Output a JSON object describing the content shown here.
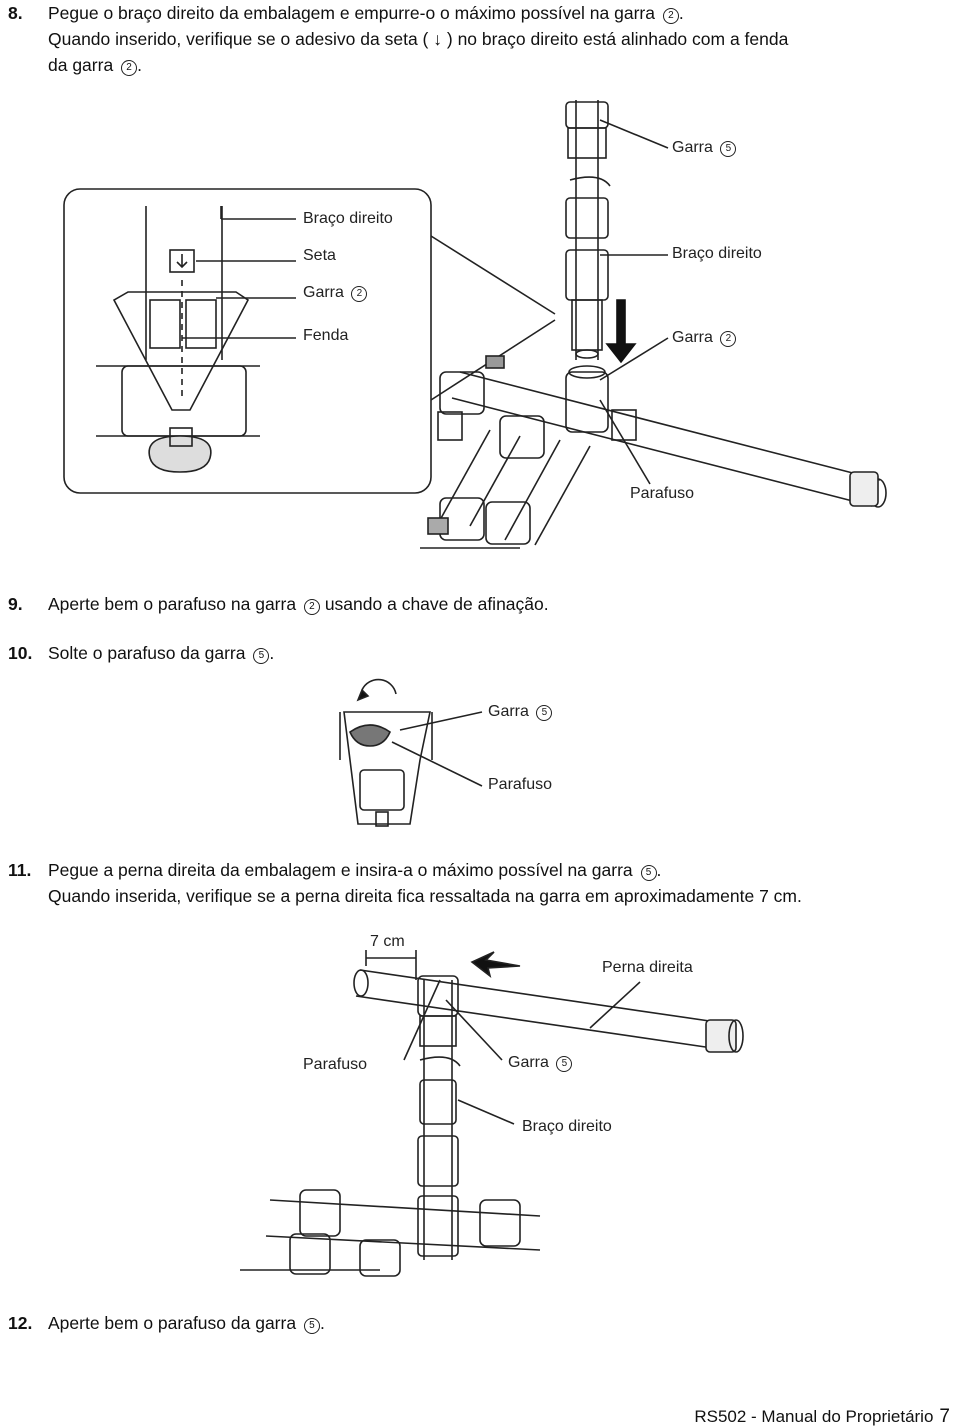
{
  "steps": [
    {
      "num": "8.",
      "line1": "Pegue o braço direito da embalagem e empurre-o o máximo possível na garra",
      "c1": "2",
      "line1b": ".",
      "line2a": "Quando inserido, verifique se o adesivo da seta (",
      "arrow": "↓",
      "line2b": ") no braço direito está alinhado com a fenda",
      "line3": "da garra",
      "c3": "2",
      "line3b": "."
    },
    {
      "num": "9.",
      "text": "Aperte bem o parafuso na garra",
      "c": "2",
      "text_b": "usando a chave de afinação."
    },
    {
      "num": "10.",
      "text": "Solte o parafuso da garra",
      "c": "5",
      "text_b": "."
    },
    {
      "num": "11.",
      "line1": "Pegue a perna direita da embalagem e insira-a o máximo possível na garra",
      "c1": "5",
      "line1b": ".",
      "line2": "Quando inserida, verifique se a perna direita fica ressaltada na garra em aproximadamente 7 cm."
    },
    {
      "num": "12.",
      "text": "Aperte bem o parafuso da garra",
      "c": "5",
      "text_b": "."
    }
  ],
  "figure1": {
    "inset": {
      "braco": "Braço direito",
      "seta": "Seta",
      "garra": "Garra",
      "garra_n": "2",
      "fenda": "Fenda"
    },
    "garra5": "Garra",
    "garra5_n": "5",
    "braco": "Braço direito",
    "garra2": "Garra",
    "garra2_n": "2",
    "parafuso": "Parafuso"
  },
  "figure2": {
    "garra": "Garra",
    "garra_n": "5",
    "parafuso": "Parafuso"
  },
  "figure3": {
    "dist": "7 cm",
    "perna": "Perna direita",
    "parafuso": "Parafuso",
    "garra": "Garra",
    "garra_n": "5",
    "braco": "Braço direito"
  },
  "footer": {
    "title": "RS502 - Manual do Proprietário",
    "page": "7"
  }
}
